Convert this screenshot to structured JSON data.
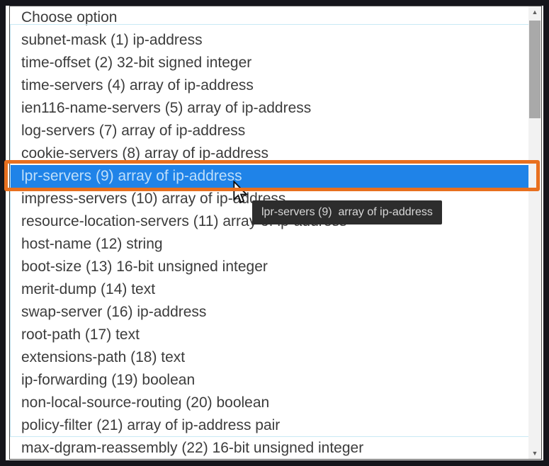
{
  "colors": {
    "frame": "#15151b",
    "panel_border": "#4b4b4b",
    "list_text": "#3c3c3c",
    "selection_bg": "#1f83e8",
    "selection_text": "#bfdffa",
    "annotation_orange": "#e8701f",
    "tooltip_bg": "#2d2d2d",
    "tooltip_text": "#d8d8d8",
    "separator_cyan": "#c9e9f5",
    "scrollbar_track": "#f2f2f2",
    "scrollbar_thumb": "#a9a9a9",
    "scrollbar_arrow": "#606060"
  },
  "dropdown": {
    "selected_index": 7,
    "selected_label": "lpr-servers (9) array of ip-address",
    "items": [
      "Choose option",
      "subnet-mask (1) ip-address",
      "time-offset (2) 32-bit signed integer",
      "time-servers (4) array of ip-address",
      "ien116-name-servers (5) array of ip-address",
      "log-servers (7) array of ip-address",
      "cookie-servers (8) array of ip-address",
      "lpr-servers (9) array of ip-address",
      "impress-servers (10) array of ip-address",
      "resource-location-servers (11) array of ip-address",
      "host-name (12) string",
      "boot-size (13) 16-bit unsigned integer",
      "merit-dump (14) text",
      "swap-server (16) ip-address",
      "root-path (17) text",
      "extensions-path (18) text",
      "ip-forwarding (19) boolean",
      "non-local-source-routing (20) boolean",
      "policy-filter (21) array of ip-address pair",
      "max-dgram-reassembly (22) 16-bit unsigned integer"
    ]
  },
  "tooltip": {
    "text": "lpr-servers (9)  array of ip-address"
  },
  "icons": {
    "scroll_up": "▲",
    "scroll_down": "▼",
    "cursor": "arrow-pointer"
  }
}
